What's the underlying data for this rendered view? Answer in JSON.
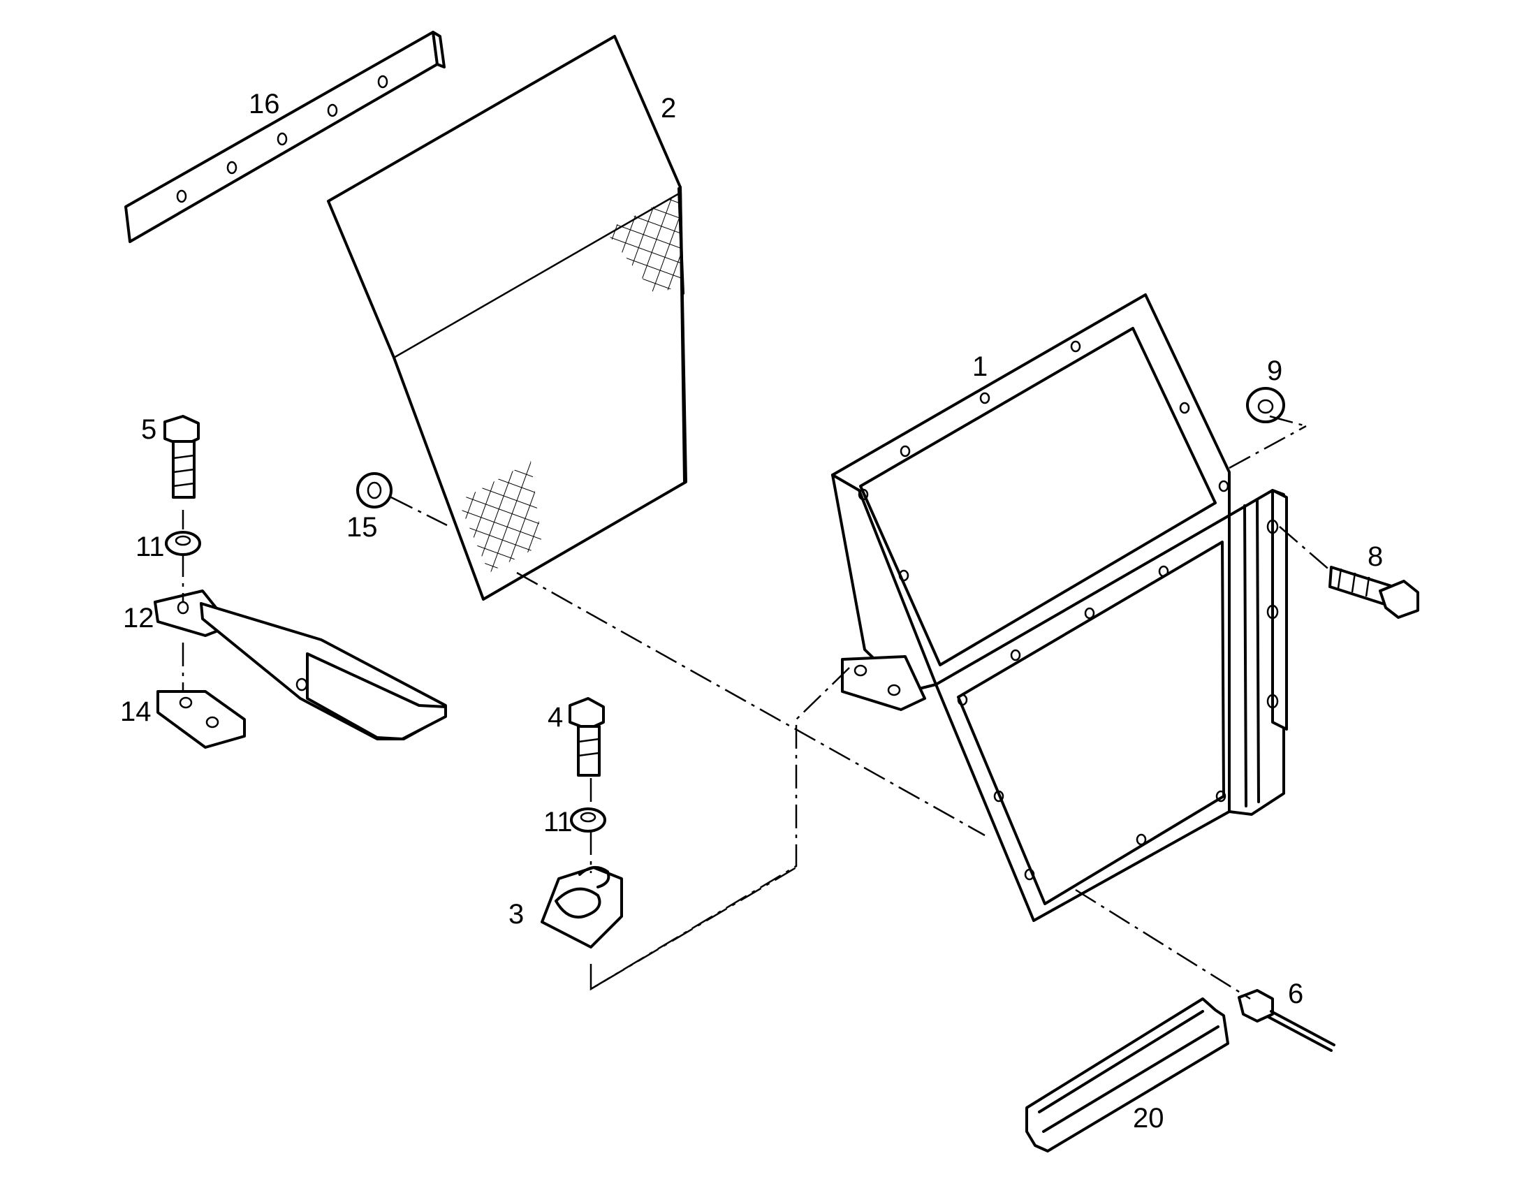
{
  "diagram": {
    "callouts": [
      {
        "id": "1",
        "text": "1"
      },
      {
        "id": "2",
        "text": "2"
      },
      {
        "id": "3",
        "text": "3"
      },
      {
        "id": "4",
        "text": "4"
      },
      {
        "id": "5",
        "text": "5"
      },
      {
        "id": "6",
        "text": "6"
      },
      {
        "id": "8",
        "text": "8"
      },
      {
        "id": "9",
        "text": "9"
      },
      {
        "id": "11a",
        "text": "11"
      },
      {
        "id": "11b",
        "text": "11"
      },
      {
        "id": "12",
        "text": "12"
      },
      {
        "id": "14",
        "text": "14"
      },
      {
        "id": "15",
        "text": "15"
      },
      {
        "id": "16",
        "text": "16"
      },
      {
        "id": "20",
        "text": "20"
      }
    ]
  }
}
